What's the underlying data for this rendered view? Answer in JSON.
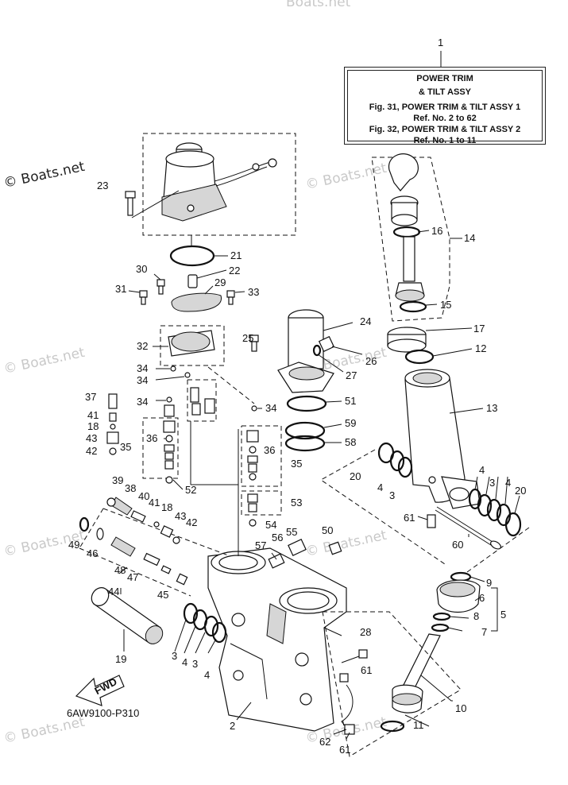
{
  "watermark": "© Boats.net",
  "watermark_faint": "Boats.net",
  "title_box": {
    "line1": "POWER TRIM",
    "line2": "& TILT ASSY",
    "line3": "Fig. 31, POWER TRIM & TILT ASSY 1",
    "line4": "Ref. No. 2 to 62",
    "line5": "Fig. 32, POWER TRIM & TILT ASSY 2",
    "line6": "Ref. No. 1 to 11"
  },
  "diagram_code": "6AW9100-P310",
  "fwd_label": "FWD",
  "callouts": [
    "1",
    "2",
    "3",
    "4",
    "5",
    "6",
    "7",
    "8",
    "9",
    "10",
    "11",
    "12",
    "13",
    "14",
    "15",
    "16",
    "17",
    "18",
    "19",
    "20",
    "21",
    "22",
    "23",
    "24",
    "25",
    "26",
    "27",
    "28",
    "29",
    "30",
    "31",
    "32",
    "33",
    "34",
    "35",
    "36",
    "37",
    "38",
    "39",
    "40",
    "41",
    "42",
    "43",
    "44",
    "45",
    "46",
    "47",
    "48",
    "49",
    "50",
    "51",
    "52",
    "53",
    "54",
    "55",
    "56",
    "57",
    "58",
    "59",
    "60",
    "61",
    "62"
  ]
}
